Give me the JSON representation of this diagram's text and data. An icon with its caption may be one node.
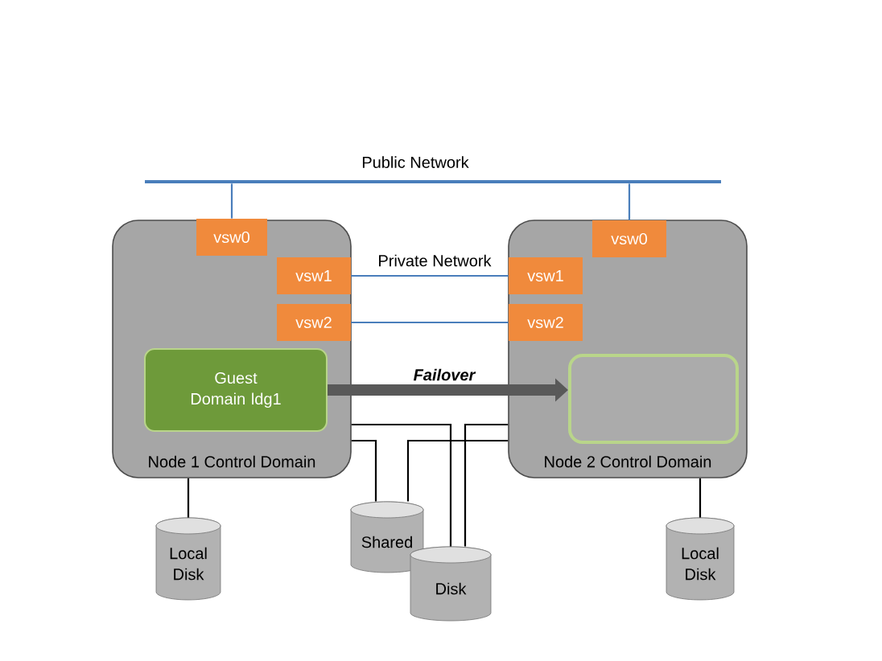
{
  "diagram": {
    "nodes": [
      {
        "text": [
          "Node 1 Control Domain"
        ]
      },
      {
        "text": [
          "vsw0"
        ],
        "in": 0
      },
      {
        "text": [
          "vsw1"
        ],
        "in": 0
      },
      {
        "text": [
          "vsw2"
        ],
        "in": 0
      },
      {
        "text": [
          "Guest Domain ldg1"
        ],
        "in": 0
      },
      {
        "text": [
          "Node 2 Control Domain"
        ]
      },
      {
        "text": [
          "vsw0"
        ],
        "in": 5
      },
      {
        "text": [
          "vsw1"
        ],
        "in": 5
      },
      {
        "text": [
          "vsw2"
        ],
        "in": 5
      },
      {
        "text": [],
        "shape": "box",
        "in": 5
      },
      {
        "text": [
          "Public Network"
        ]
      },
      {
        "text": [
          "Local Disk"
        ]
      },
      {
        "text": [
          "Shared"
        ]
      },
      {
        "text": [
          "Disk"
        ]
      },
      {
        "text": [
          "Local Disk"
        ]
      }
    ],
    "edges": [
      {
        "from": 1,
        "to": 10,
        "arrow": "none",
        "color": "#4a7ebb"
      },
      {
        "from": 6,
        "to": 10,
        "arrow": "none",
        "color": "#4a7ebb"
      },
      {
        "from": 2,
        "to": 7,
        "arrow": "none",
        "color": "#4a7ebb",
        "label": "Private Network"
      },
      {
        "from": 3,
        "to": 8,
        "arrow": "none",
        "color": "#4a7ebb"
      },
      {
        "from": 4,
        "to": 9,
        "arrow": "to",
        "style": "thick",
        "color": "#595959",
        "label": "Failover"
      },
      {
        "from": 0,
        "to": 11,
        "arrow": "none"
      },
      {
        "from": 0,
        "to": 12,
        "arrow": "none"
      },
      {
        "from": 5,
        "to": 12,
        "arrow": "none"
      },
      {
        "from": 0,
        "to": 13,
        "arrow": "none"
      },
      {
        "from": 5,
        "to": 13,
        "arrow": "none"
      },
      {
        "from": 5,
        "to": 14,
        "arrow": "none"
      }
    ]
  }
}
